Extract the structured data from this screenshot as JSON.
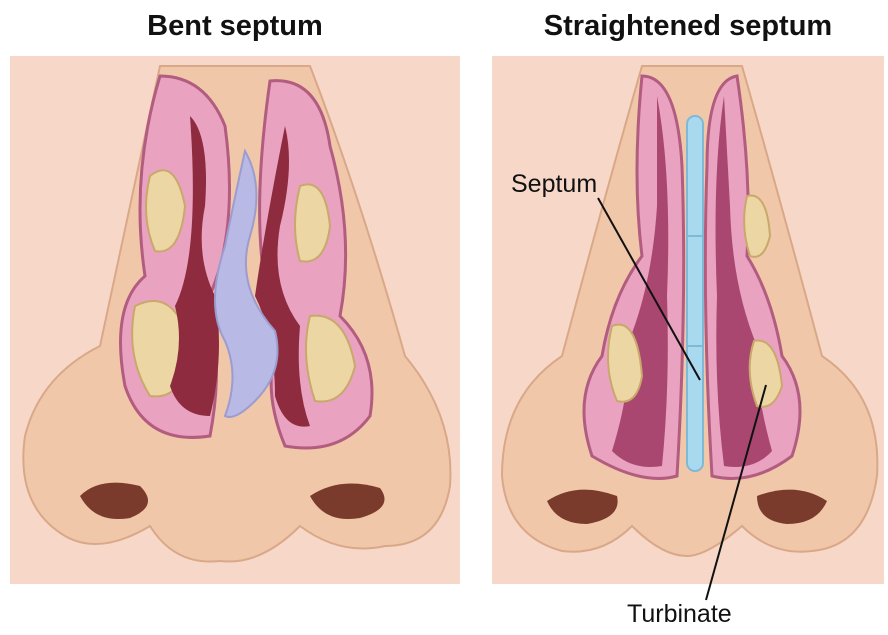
{
  "headings": {
    "left": "Bent septum",
    "right": "Straightened septum"
  },
  "labels": {
    "septum": "Septum",
    "turbinate": "Turbinate"
  },
  "colors": {
    "background_panel": "#f7d8c8",
    "skin": "#f0c7a8",
    "mucosa_pink": "#e9a2c0",
    "mucosa_dark": "#b25c80",
    "septum_cartilage_bent": "#b9b9e6",
    "septum_cartilage_straight": "#a9d9ef",
    "bone": "#ecd6a4",
    "airway": "#8e2b3e"
  }
}
